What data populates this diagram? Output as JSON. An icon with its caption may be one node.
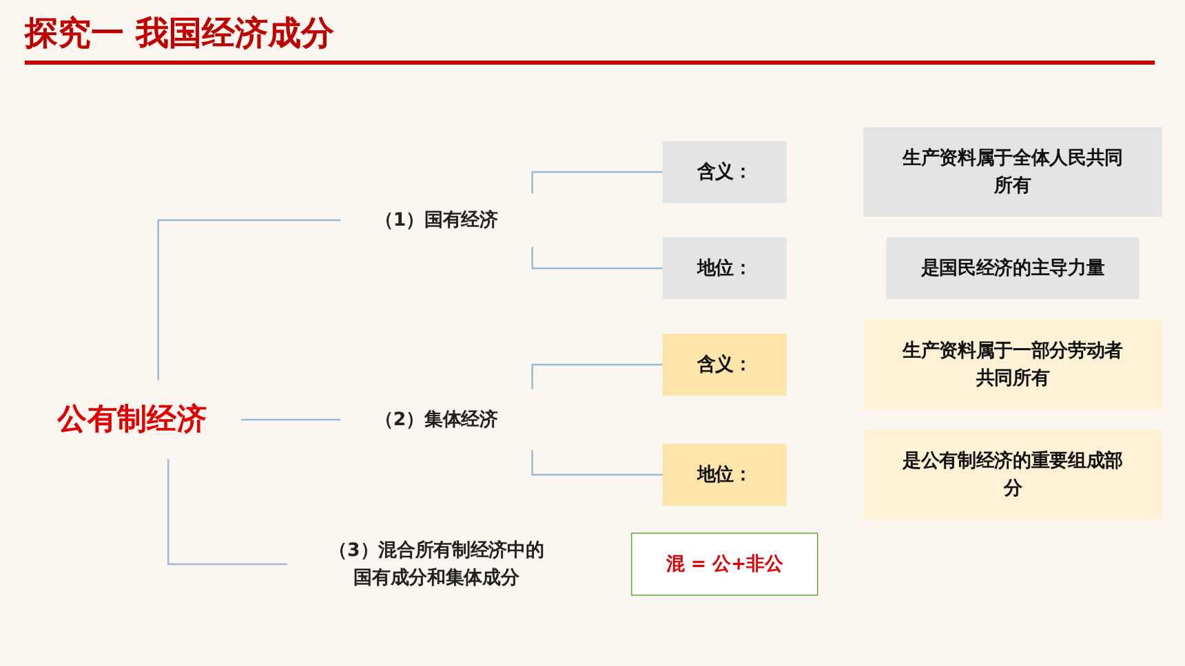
{
  "diagram": {
    "title": "探究一 我国经济成分",
    "nodes": [
      {
        "text": [
          "公有制经济"
        ]
      },
      {
        "text": [
          "（1）国有经济"
        ]
      },
      {
        "text": [
          "含义："
        ]
      },
      {
        "text": [
          "生产资料属于全体人民共同所有"
        ]
      },
      {
        "text": [
          "地位："
        ]
      },
      {
        "text": [
          "是国民经济的主导力量"
        ]
      },
      {
        "text": [
          "（2）集体经济"
        ]
      },
      {
        "text": [
          "含义："
        ]
      },
      {
        "text": [
          "生产资料属于一部分劳动者共同所有"
        ]
      },
      {
        "text": [
          "地位："
        ]
      },
      {
        "text": [
          "是公有制经济的重要组成部分"
        ]
      },
      {
        "text": [
          "（3）混合所有制经济中的国有成分和集体成分"
        ]
      },
      {
        "text": [
          "混 = 公+非公"
        ]
      }
    ],
    "edges": [
      {
        "from": 0,
        "to": 1,
        "arrow": "none"
      },
      {
        "from": 0,
        "to": 6,
        "arrow": "none"
      },
      {
        "from": 0,
        "to": 11,
        "arrow": "none"
      },
      {
        "from": 1,
        "to": 2,
        "arrow": "none"
      },
      {
        "from": 1,
        "to": 4,
        "arrow": "none"
      },
      {
        "from": 6,
        "to": 7,
        "arrow": "none"
      },
      {
        "from": 6,
        "to": 9,
        "arrow": "none"
      }
    ]
  }
}
